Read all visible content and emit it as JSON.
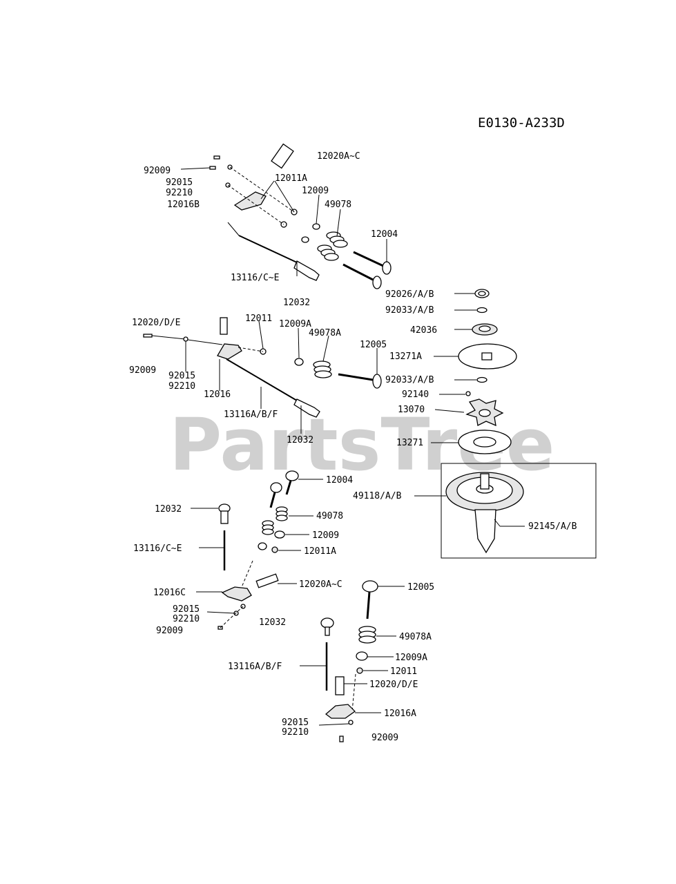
{
  "diagram_code": "E0130-A233D",
  "watermark": "PartsTree",
  "labels": {
    "l_92009_a": "92009",
    "l_92015_a": "92015",
    "l_92210_a": "92210",
    "l_12016B": "12016B",
    "l_12020AC_a": "12020A~C",
    "l_12011A_a": "12011A",
    "l_12009_a": "12009",
    "l_49078_a": "49078",
    "l_12004_a": "12004",
    "l_13116CE_a": "13116/C~E",
    "l_12032_a": "12032",
    "l_12020DE_a": "12020/D/E",
    "l_12011_a": "12011",
    "l_12009A_a": "12009A",
    "l_49078A_a": "49078A",
    "l_12005_a": "12005",
    "l_92009_b": "92009",
    "l_92015_b": "92015",
    "l_92210_b": "92210",
    "l_12016": "12016",
    "l_13116ABF_a": "13116A/B/F",
    "l_12032_b": "12032",
    "l_92026": "92026/A/B",
    "l_92033_a": "92033/A/B",
    "l_42036": "42036",
    "l_13271A": "13271A",
    "l_92033_b": "92033/A/B",
    "l_92140": "92140",
    "l_13070": "13070",
    "l_13271": "13271",
    "l_49118": "49118/A/B",
    "l_92145": "92145/A/B",
    "l_12004_b": "12004",
    "l_12032_c": "12032",
    "l_49078_b": "49078",
    "l_12009_b": "12009",
    "l_13116CE_b": "13116/C~E",
    "l_12011A_b": "12011A",
    "l_12016C": "12016C",
    "l_12020AC_b": "12020A~C",
    "l_12005_b": "12005",
    "l_92015_c": "92015",
    "l_92210_c": "92210",
    "l_92009_c": "92009",
    "l_12032_d": "12032",
    "l_49078A_b": "49078A",
    "l_12009A_b": "12009A",
    "l_13116ABF_b": "13116A/B/F",
    "l_12011_b": "12011",
    "l_12020DE_b": "12020/D/E",
    "l_12016A": "12016A",
    "l_92015_d": "92015",
    "l_92210_d": "92210",
    "l_92009_d": "92009"
  }
}
